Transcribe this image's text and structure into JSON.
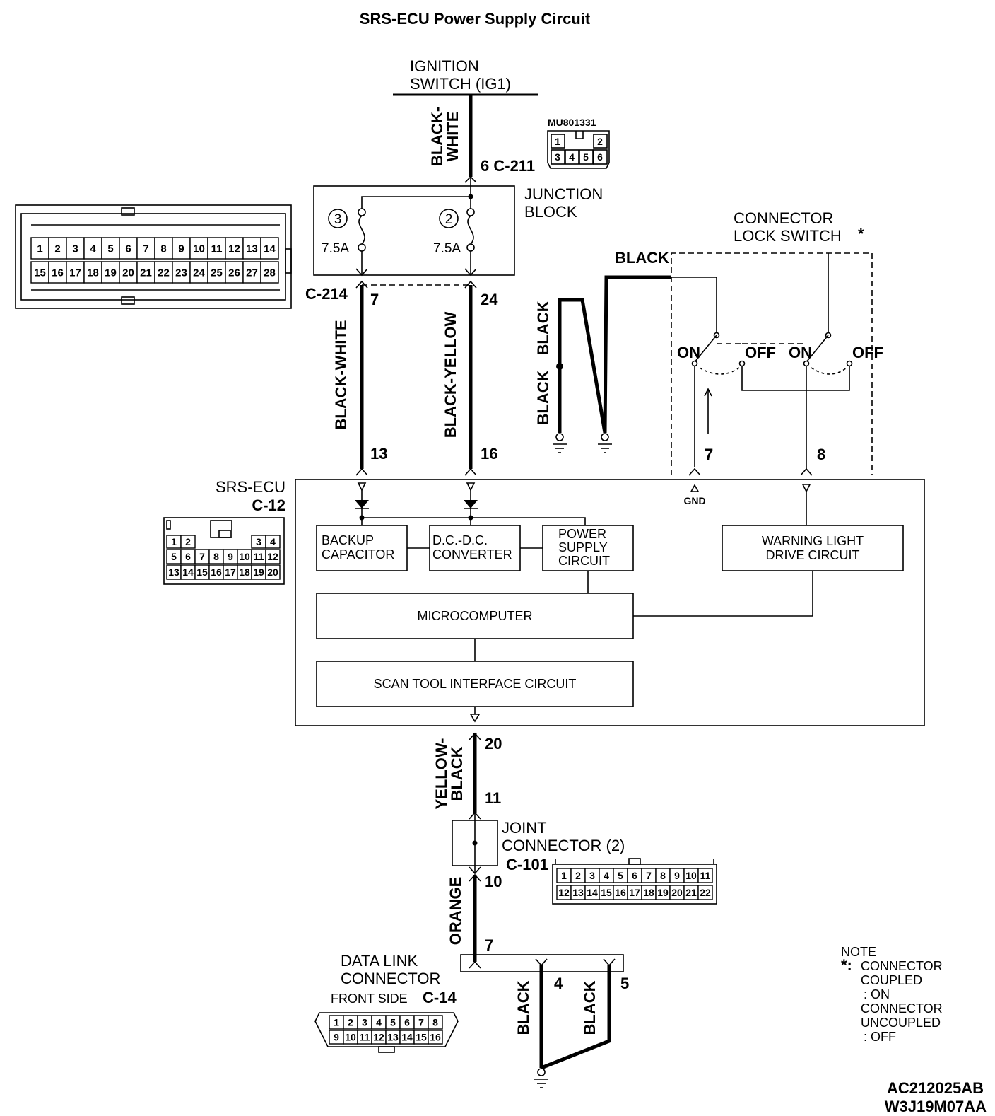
{
  "title": "SRS-ECU Power Supply Circuit",
  "ignition": {
    "line1": "IGNITION",
    "line2": "SWITCH (IG1)"
  },
  "wires": {
    "bw_top": [
      "BLACK-",
      "WHITE"
    ],
    "bw_left": "BLACK-WHITE",
    "by": "BLACK-YELLOW",
    "black_a": "BLACK",
    "black_b": "BLACK",
    "black_c": "BLACK",
    "yb": [
      "YELLOW-",
      "BLACK"
    ],
    "orange": "ORANGE",
    "dlc_black1": "BLACK",
    "dlc_black2": "BLACK"
  },
  "connector_mu": {
    "part": "MU801331",
    "top": [
      "1",
      "2"
    ],
    "bottom": [
      "3",
      "4",
      "5",
      "6"
    ]
  },
  "c211": {
    "pin": "6",
    "name": "C-211"
  },
  "junction": {
    "line1": "JUNCTION",
    "line2": "BLOCK",
    "fuse_a": {
      "num": "3",
      "rating": "7.5A"
    },
    "fuse_b": {
      "num": "2",
      "rating": "7.5A"
    }
  },
  "c214": {
    "name": "C-214",
    "pin_a": "7",
    "pin_b": "24",
    "row1": [
      "1",
      "2",
      "3",
      "4",
      "5",
      "6",
      "7",
      "8",
      "9",
      "10",
      "11",
      "12",
      "13",
      "14"
    ],
    "row2": [
      "15",
      "16",
      "17",
      "18",
      "19",
      "20",
      "21",
      "22",
      "23",
      "24",
      "25",
      "26",
      "27",
      "28"
    ]
  },
  "lock_switch": {
    "line1": "CONNECTOR",
    "line2": "LOCK SWITCH",
    "asterisk": "*",
    "on1": "ON",
    "off1": "OFF",
    "on2": "ON",
    "off2": "OFF",
    "pin7": "7",
    "pin8": "8"
  },
  "ecu": {
    "name": "SRS-ECU",
    "connector": "C-12",
    "pin13": "13",
    "pin16": "16",
    "pin20": "20",
    "gnd": "GND",
    "row1": [
      "1",
      "2",
      "3",
      "4"
    ],
    "row2": [
      "5",
      "6",
      "7",
      "8",
      "9",
      "10",
      "11",
      "12"
    ],
    "row3": [
      "13",
      "14",
      "15",
      "16",
      "17",
      "18",
      "19",
      "20"
    ],
    "blocks": {
      "backup": [
        "BACKUP",
        "CAPACITOR"
      ],
      "dcdc": [
        "D.C.-D.C.",
        "CONVERTER"
      ],
      "psu": [
        "POWER",
        "SUPPLY",
        "CIRCUIT"
      ],
      "warning": [
        "WARNING LIGHT",
        "DRIVE CIRCUIT"
      ],
      "micro": "MICROCOMPUTER",
      "scan": "SCAN TOOL INTERFACE CIRCUIT"
    }
  },
  "joint": {
    "line1": "JOINT",
    "line2": "CONNECTOR (2)",
    "name": "C-101",
    "pin11": "11",
    "pin10": "10",
    "row1": [
      "1",
      "2",
      "3",
      "4",
      "5",
      "6",
      "7",
      "8",
      "9",
      "10",
      "11"
    ],
    "row2": [
      "12",
      "13",
      "14",
      "15",
      "16",
      "17",
      "18",
      "19",
      "20",
      "21",
      "22"
    ]
  },
  "dlc": {
    "line1": "DATA LINK",
    "line2": "CONNECTOR",
    "front": "FRONT SIDE",
    "name": "C-14",
    "pin7": "7",
    "pin4": "4",
    "pin5": "5",
    "row1": [
      "1",
      "2",
      "3",
      "4",
      "5",
      "6",
      "7",
      "8"
    ],
    "row2": [
      "9",
      "10",
      "11",
      "12",
      "13",
      "14",
      "15",
      "16"
    ]
  },
  "note": {
    "title": "NOTE",
    "star": "*:",
    "lines": [
      "CONNECTOR",
      "COUPLED",
      ": ON",
      "CONNECTOR",
      "UNCOUPLED",
      ": OFF"
    ]
  },
  "codes": {
    "a": "AC212025AB",
    "b": "W3J19M07AA"
  }
}
